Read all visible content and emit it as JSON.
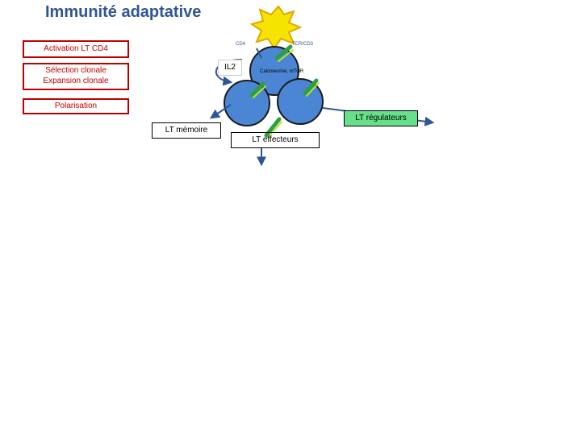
{
  "title": "Immunité adaptative",
  "steps": {
    "activation": "Activation LT CD4",
    "selection_line1": "Sélection clonale",
    "selection_line2": "Expansion clonale",
    "polarisation": "Polarisation"
  },
  "labels": {
    "cd4": "CD4",
    "tcr": "TCR/CD3",
    "il2": "IL2",
    "calcineurin": "Calcineurine, mTOR"
  },
  "outcomes": {
    "memoire": "LT mémoire",
    "effecteurs": "LT effecteurs",
    "regulateurs": "LT régulateurs"
  },
  "colors": {
    "title": "#2f5597",
    "step_border": "#c00000",
    "cell_fill": "#4a86d4",
    "apc_fill": "#f5e400",
    "receptor": "#2e9e44",
    "arrow": "#2f5597",
    "regulateurs_fill": "#66e08a"
  }
}
